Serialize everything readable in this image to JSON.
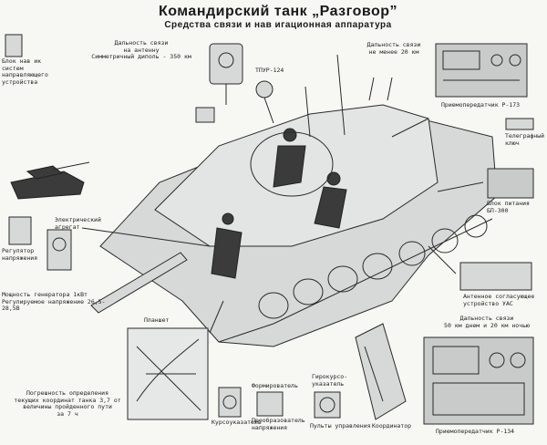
{
  "title": "Командирский танк „Разговор”",
  "subtitle": "Средства связи и нав игационная аппаратура",
  "labels": {
    "gyro": "Блок нав ик систем\nнаправляющего\nустройства",
    "range_antenna": "Дальность связи\nна антенну\nСимметричный диполь - 350 км",
    "tpur": "ТПУР-124",
    "range_20km": "Дальность связи\nне менее 20 км",
    "r173": "Приемопередатчик Р-173",
    "telegraph_key": "Телеграфный\nключ",
    "power_block": "Блок питания\nБП-300",
    "antenna_matching": "Антенное согласующее\nустройство УАС",
    "electric_unit": "Электрический агрегат",
    "voltage_regulator": "Регулятор\nнапряжения",
    "generator_power": "Мощность генератора 1кВт\nРегулируемое напряжение 26,5-28,5В",
    "planshet": "Планшет",
    "range_50km": "Дальность связи\n50 км днем и 20 км ночью",
    "accuracy": "Погрешность определения\nтекущих координат танка 3,7 от\nвеличины пройденного пути\nза 7 ч",
    "course_indicator": "Курсоуказатель",
    "former": "Формирователь",
    "converter": "Преобразователь\nнапряжения",
    "gyro_indicator": "Гирокурсо-\nуказатель",
    "control_panels": "Пульты управления",
    "coordinator": "Координатор",
    "r134": "Приемопередатчик Р-134"
  },
  "colors": {
    "ink": "#2a2a2a",
    "paper": "#f7f7f4",
    "hull": "#d6d9d8"
  }
}
